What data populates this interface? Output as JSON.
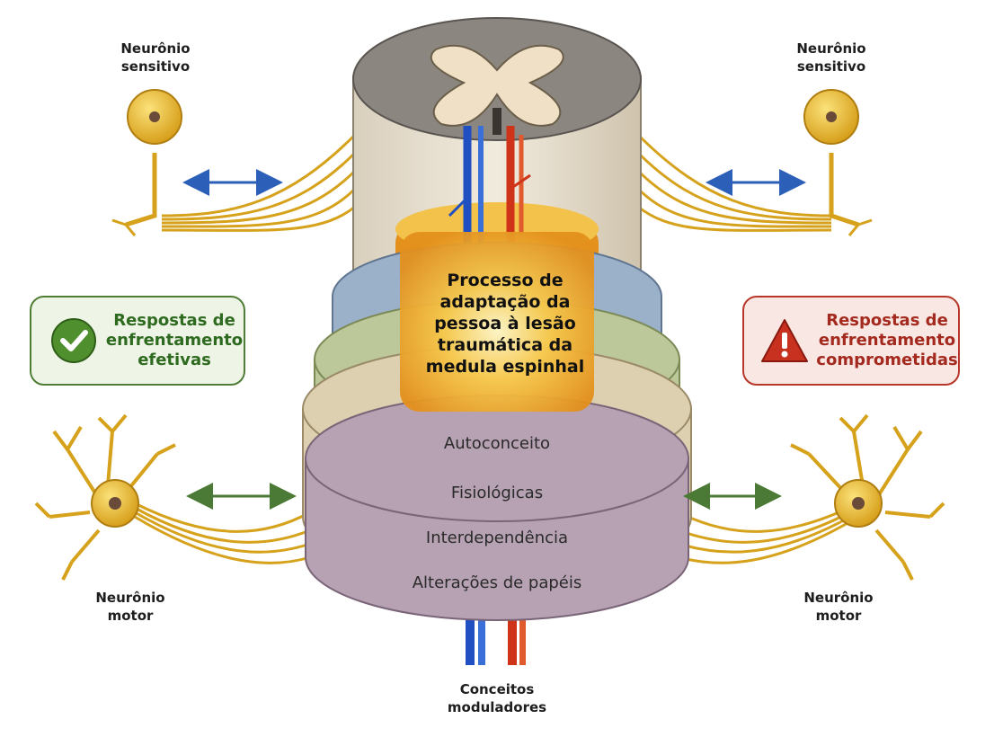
{
  "labels": {
    "sensory_left": "Neurônio\nsensitivo",
    "sensory_right": "Neurônio\nsensitivo",
    "motor_left": "Neurônio\nmotor",
    "motor_right": "Neurônio\nmotor",
    "bottom": "Conceitos\nmoduladores"
  },
  "center": {
    "text": "Processo de\nadaptação da\npessoa à lesão\ntraumática da\nmedula espinhal"
  },
  "cards": {
    "effective": {
      "text": "Respostas de\nenfrentamento\nefetivas",
      "icon": "check-icon",
      "color": "#2e6a1f"
    },
    "compromised": {
      "text": "Respostas de\nenfrentamento\ncomprometidas",
      "icon": "warning-icon",
      "color": "#a42a1f"
    }
  },
  "bands": [
    {
      "label": "Autoconceito",
      "color": "#9bb0c9"
    },
    {
      "label": "Fisiológicas",
      "color": "#bcc79a"
    },
    {
      "label": "Interdependência",
      "color": "#ddd0b0"
    },
    {
      "label": "Alterações de papéis",
      "color": "#b6a2b3"
    }
  ],
  "colors": {
    "neuron": "#e6b528",
    "arrow_blue": "#2b5fb8",
    "arrow_green": "#4a7a35",
    "vessel_blue": "#1f4fc0",
    "vessel_red": "#d03418"
  }
}
